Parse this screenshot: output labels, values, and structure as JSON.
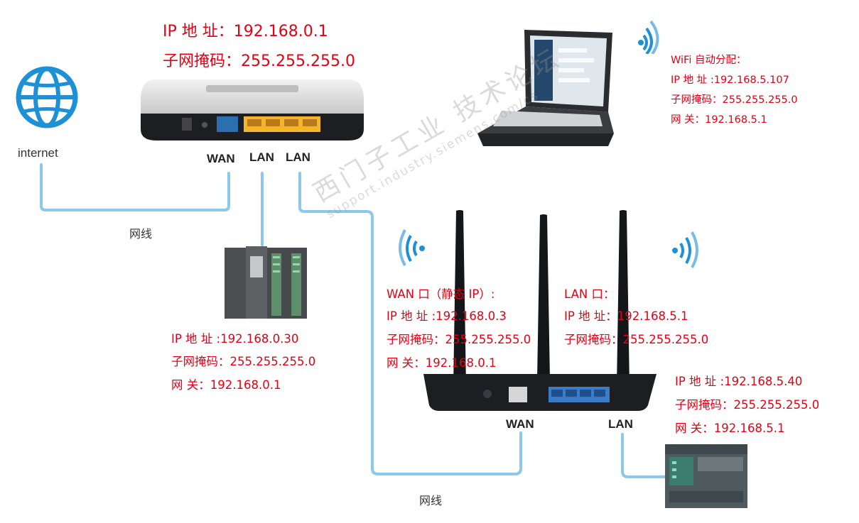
{
  "colors": {
    "text_red": "#e60012",
    "cable_blue": "#8cc8ec",
    "router_dark": "#1d1e22",
    "lan_yellow": "#f3b52c",
    "lan_blue": "#3a7cc8",
    "plc_green": "#5d8f6a"
  },
  "internet": {
    "label": "internet"
  },
  "main_router": {
    "ip_line": "IP  地  址：192.168.0.1",
    "mask_line": "子网掩码：255.255.255.0",
    "ports": {
      "wan": "WAN",
      "lan1": "LAN",
      "lan2": "LAN"
    }
  },
  "cable_labels": {
    "top": "网线",
    "bottom": "网线"
  },
  "plc_s7300": {
    "ip_line": "IP 地 址  :192.168.0.30",
    "mask_line": "子网掩码：255.255.255.0",
    "gw_line": "网       关：192.168.0.1"
  },
  "laptop": {
    "title": "WiFi 自动分配：",
    "ip_line": "IP 地 址   :192.168.5.107",
    "mask_line": "子网掩码：255.255.255.0",
    "gw_line": "网       关：192.168.5.1"
  },
  "wifi_router": {
    "wan_title": "WAN 口（静态 IP）:",
    "wan_ip_line": "IP 地 址   :192.168.0.3",
    "wan_mask_line": "子网掩码：255.255.255.0",
    "wan_gw_line": "网       关：192.168.0.1",
    "lan_title": "LAN 口：",
    "lan_ip_line": "IP 地  址：192.168.5.1",
    "lan_mask_line": "子网掩码：255.255.255.0",
    "ports": {
      "wan": "WAN",
      "lan": "LAN"
    }
  },
  "plc_s71200": {
    "ip_line": "IP 地 址  :192.168.5.40",
    "mask_line": "子网掩码：255.255.255.0",
    "gw_line": "网       关：192.168.5.1"
  },
  "watermark": {
    "line1": "西门子工业  技术论坛",
    "line2": "support.industry.siemens.com/cs"
  }
}
